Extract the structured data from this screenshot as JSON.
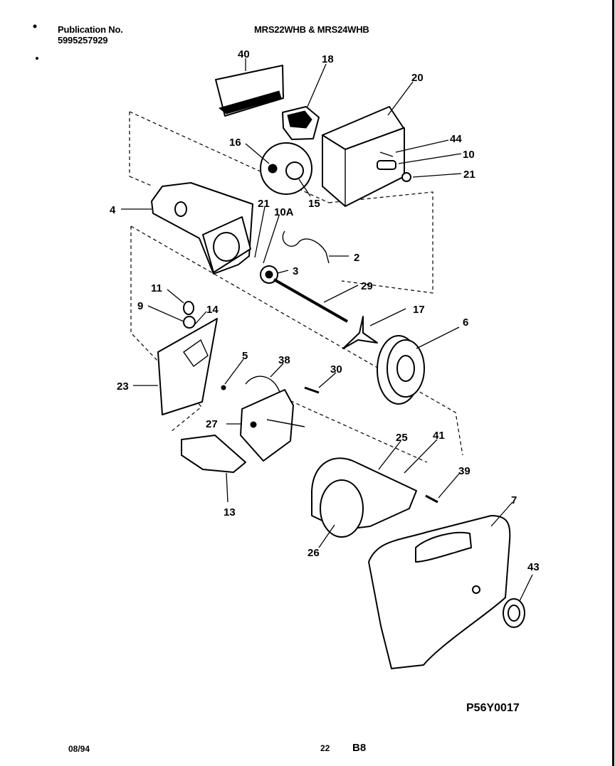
{
  "header": {
    "publication_label": "Publication No.",
    "publication_number": "5995257929",
    "models": "MRS22WHB & MRS24WHB"
  },
  "diagram": {
    "code": "P56Y0017",
    "callouts": [
      "40",
      "18",
      "20",
      "16",
      "44",
      "10",
      "21",
      "15",
      "4",
      "21",
      "10A",
      "2",
      "3",
      "29",
      "11",
      "9",
      "14",
      "17",
      "6",
      "5",
      "38",
      "30",
      "23",
      "27",
      "25",
      "41",
      "39",
      "13",
      "7",
      "26",
      "43"
    ]
  },
  "footer": {
    "date": "08/94",
    "page": "22",
    "section": "B8"
  }
}
